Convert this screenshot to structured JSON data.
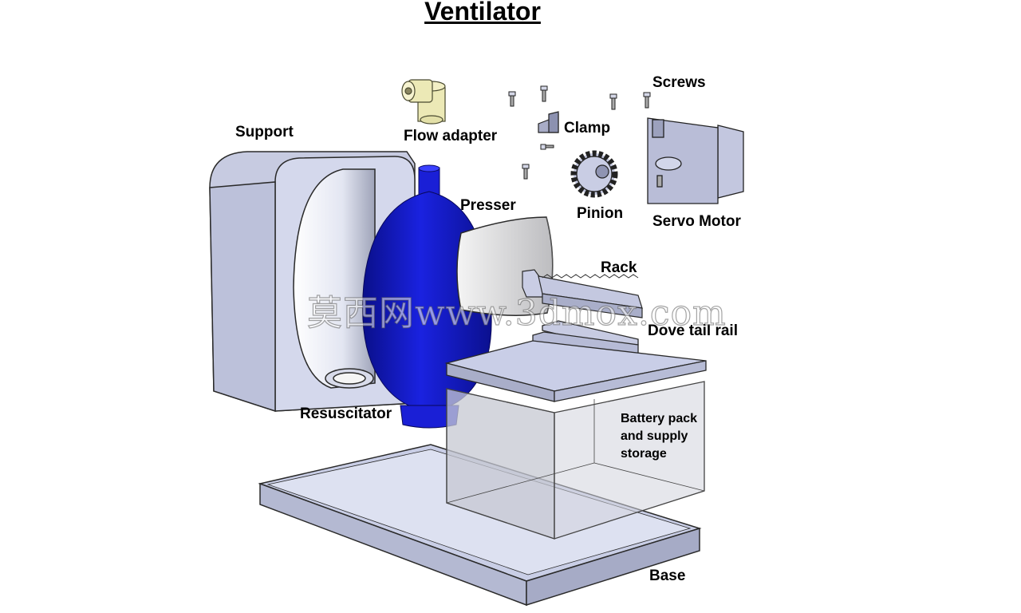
{
  "title": "Ventilator",
  "labels": {
    "support": "Support",
    "flow_adapter": "Flow adapter",
    "clamp": "Clamp",
    "screws": "Screws",
    "presser": "Presser",
    "pinion": "Pinion",
    "servo_motor": "Servo Motor",
    "rack": "Rack",
    "dove_tail_rail": "Dove tail rail",
    "resuscitator": "Resuscitator",
    "battery_pack": "Battery pack and supply storage",
    "base": "Base"
  },
  "watermark": "莫西网www.3dmox.com",
  "colors": {
    "resuscitator": "#1a1fd6",
    "parts": "#c8cde6",
    "presser": "#d9d9db",
    "flow_adapter": "#ece9b6",
    "outline": "#2a2a2a"
  }
}
